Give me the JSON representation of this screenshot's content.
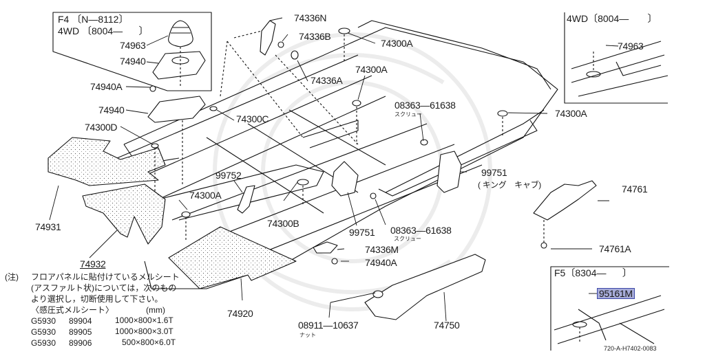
{
  "diagram": {
    "type": "exploded-parts-diagram",
    "image_code": "720-A-H7402-0083",
    "highlight_color": "#a7acd9",
    "inset_boxes": [
      {
        "id": "f4",
        "title_line1": "F4 〔N—8112〕",
        "title_line2": "4WD 〔8004—      〕"
      },
      {
        "id": "4wd",
        "title_line1": "4WD〔8004—       〕"
      },
      {
        "id": "f5",
        "title_line1": "F5〔8304—      〕"
      }
    ],
    "parts": [
      {
        "id": "p74963a",
        "number": "74963"
      },
      {
        "id": "p74940a",
        "number": "74940"
      },
      {
        "id": "p74940A1",
        "number": "74940A"
      },
      {
        "id": "p74940b",
        "number": "74940"
      },
      {
        "id": "p74300D",
        "number": "74300D"
      },
      {
        "id": "p74336N",
        "number": "74336N"
      },
      {
        "id": "p74336B",
        "number": "74336B"
      },
      {
        "id": "p74300A1",
        "number": "74300A"
      },
      {
        "id": "p74336A",
        "number": "74336A"
      },
      {
        "id": "p74300A2",
        "number": "74300A"
      },
      {
        "id": "p74300C",
        "number": "74300C"
      },
      {
        "id": "p08363a",
        "number": "08363—61638",
        "sub": "スクリュー"
      },
      {
        "id": "p74963b",
        "number": "74963"
      },
      {
        "id": "p74300A3",
        "number": "74300A"
      },
      {
        "id": "p99751a",
        "number": "99751",
        "sub": "( キング　キャブ)"
      },
      {
        "id": "p99752",
        "number": "99752"
      },
      {
        "id": "p74300A4",
        "number": "74300A"
      },
      {
        "id": "p74300B",
        "number": "74300B"
      },
      {
        "id": "p74931",
        "number": "74931"
      },
      {
        "id": "p74932",
        "number": "74932"
      },
      {
        "id": "p99751b",
        "number": "99751"
      },
      {
        "id": "p08363b",
        "number": "08363—61638",
        "sub": "スクリュー"
      },
      {
        "id": "p74336M",
        "number": "74336M"
      },
      {
        "id": "p74940A2",
        "number": "74940A"
      },
      {
        "id": "p74761",
        "number": "74761"
      },
      {
        "id": "p74761A",
        "number": "74761A"
      },
      {
        "id": "p74920",
        "number": "74920"
      },
      {
        "id": "p08911",
        "number": "08911—10637",
        "sub": "ナット"
      },
      {
        "id": "p74750",
        "number": "74750"
      },
      {
        "id": "p95161M",
        "number": "95161M",
        "highlighted": true
      }
    ],
    "note": {
      "prefix": "(注)",
      "line1": "フロアパネルに貼付けているメルシート",
      "line2": "(アスファルト状)については，次のもの",
      "line3": "より選択し，切断使用して下さい。",
      "table_title": "〈感圧式メルシート〉",
      "unit": "(mm)",
      "rows": [
        {
          "code1": "G5930",
          "code2": "89904",
          "size": "1000×800×1.6T"
        },
        {
          "code1": "G5930",
          "code2": "89905",
          "size": "1000×800×3.0T"
        },
        {
          "code1": "G5930",
          "code2": "89906",
          "size": "500×800×6.0T"
        }
      ]
    }
  }
}
